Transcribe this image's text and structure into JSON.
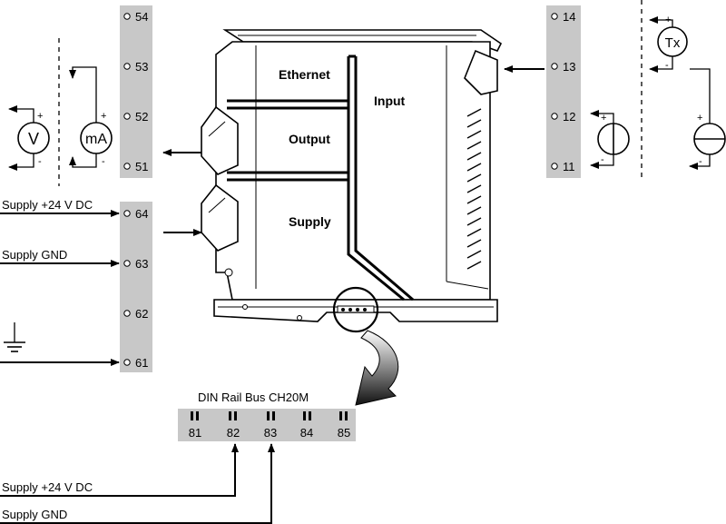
{
  "modules": {
    "ethernet": "Ethernet",
    "output": "Output",
    "supply": "Supply",
    "input": "Input"
  },
  "terminals": {
    "output": [
      "54",
      "53",
      "52",
      "51"
    ],
    "supply": [
      "64",
      "63",
      "62",
      "61"
    ],
    "input": [
      "14",
      "13",
      "12",
      "11"
    ]
  },
  "symbols": {
    "voltmeter": "V",
    "ammeter": "mA",
    "transmitter": "Tx",
    "plus": "+",
    "minus": "-"
  },
  "supply_wiring": {
    "supply_24v": "Supply +24 V DC",
    "supply_gnd": "Supply GND"
  },
  "bus": {
    "title": "DIN Rail Bus CH20M",
    "terminals": [
      "81",
      "82",
      "83",
      "84",
      "85"
    ]
  },
  "bottom_wiring": {
    "supply_24v": "Supply +24 V DC",
    "supply_gnd": "Supply GND"
  }
}
